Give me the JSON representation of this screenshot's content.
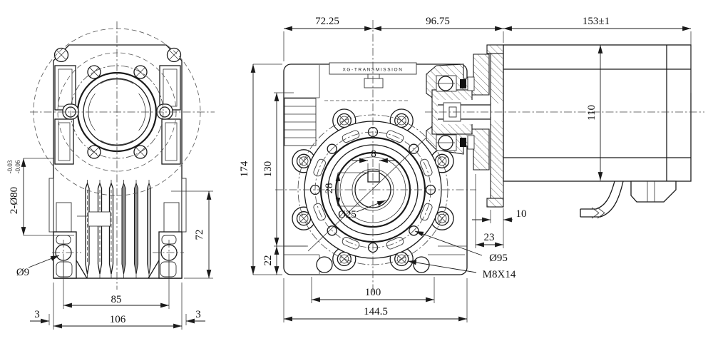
{
  "drawing": {
    "front_view": {
      "dia_callout_main": "2-Ø80",
      "dia_callout_tol_top": "-0.03",
      "dia_callout_tol_bottom": "-0.06",
      "hole_callout": "Ø9",
      "dim_bolt_spacing": "85",
      "dim_base_width": "106",
      "dim_offset_left": "3",
      "dim_offset_right": "3",
      "dim_foot_height": "72"
    },
    "side_view": {
      "nameplate": "XG-TRANSMISSION",
      "dim_front_to_axis": "72.25",
      "dim_axis_to_motor": "96.75",
      "dim_motor_length": "153±1",
      "dim_total_height": "174",
      "dim_center_height": "130",
      "dim_foot_height": "22",
      "dim_key_width": "8",
      "dim_key_depth": "28",
      "dim_bore": "Ø25",
      "dim_flange_dia": "Ø95",
      "dim_tap": "M8X14",
      "dim_motor_height": "110",
      "dim_plate_thickness": "10",
      "dim_flange_total": "23",
      "dim_hole_spacing": "100",
      "dim_overall_width": "144.5"
    }
  }
}
